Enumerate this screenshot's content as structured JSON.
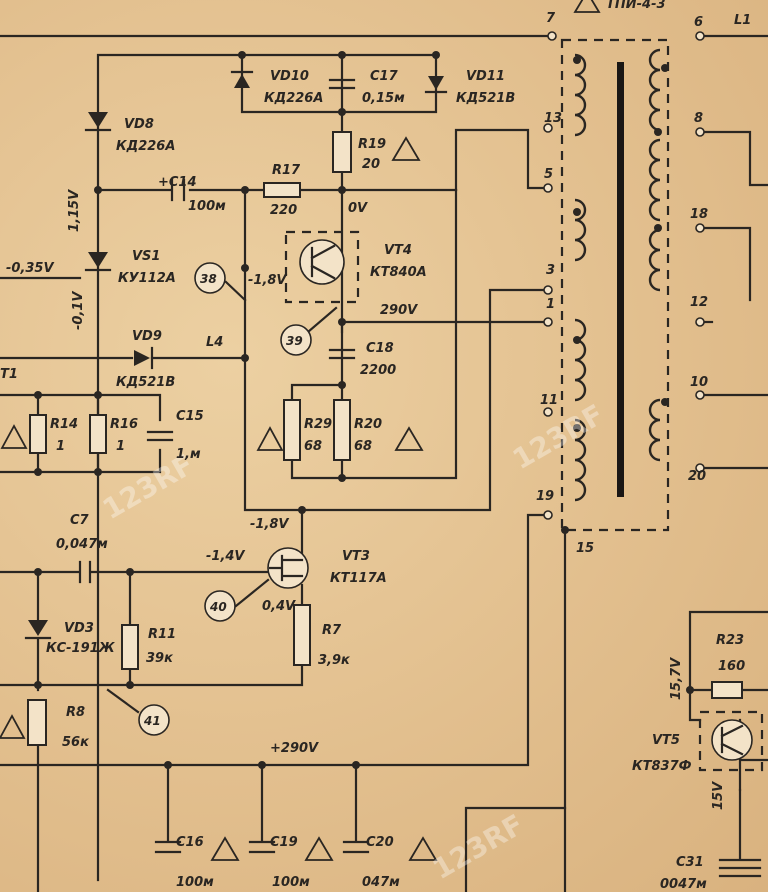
{
  "watermark": {
    "text": "123RF"
  },
  "labels": {
    "transformer": "ТПИ-4-3",
    "L1": "L1",
    "VD10": "VD10",
    "VD10_type": "КД226А",
    "C17": "C17",
    "C17_val": "0,15м",
    "VD11": "VD11",
    "VD11_type": "КД521В",
    "R19": "R19",
    "R19_val": "20",
    "VD8": "VD8",
    "VD8_type": "КД226А",
    "C14": "+C14",
    "C14_val": "100м",
    "R17": "R17",
    "R17_val": "220",
    "ov": "0V",
    "v115": "1,15V",
    "vm035": "-0,35V",
    "VS1": "VS1",
    "VS1_type": "КУ112А",
    "vm01": "-0,1V",
    "vm18": "-1,8V",
    "VT4": "VT4",
    "VT4_type": "КТ840А",
    "v290": "290V",
    "VD9": "VD9",
    "VD9_type": "КД521В",
    "L4": "L4",
    "T1": "T1",
    "C18": "C18",
    "C18_val": "2200",
    "R14": "R14",
    "R14_val": "1",
    "R16": "R16",
    "R16_val": "1",
    "C15": "C15",
    "C15_val": "1,м",
    "R29": "R29",
    "R29_val": "68",
    "R20": "R20",
    "R20_val": "68",
    "vm18b": "-1,8V",
    "C7": "C7",
    "C7_val": "0,047м",
    "vm14": "-1,4V",
    "VT3": "VT3",
    "VT3_type": "КТ117А",
    "v04": "0,4V",
    "R7": "R7",
    "R7_val": "3,9к",
    "VD3": "VD3",
    "VD3_type": "КС-191Ж",
    "R11": "R11",
    "R11_val": "39к",
    "R8": "R8",
    "R8_val": "56к",
    "v290b": "+290V",
    "C16": "C16",
    "C16_val": "100м",
    "C19": "C19",
    "C19_val": "100м",
    "C20": "C20",
    "C20_val": "047м",
    "R23": "R23",
    "R23_val": "160",
    "v157": "15,7V",
    "VT5": "VT5",
    "VT5_type": "КТ837Ф",
    "v15": "15V",
    "C31": "C31",
    "C31_val": "0047м"
  },
  "pins": {
    "p7": "7",
    "p13": "13",
    "p5": "5",
    "p3": "3",
    "p1": "1",
    "p11": "11",
    "p19": "19",
    "p15": "15",
    "p6": "6",
    "p8": "8",
    "p18": "18",
    "p12": "12",
    "p10": "10",
    "p20": "20"
  },
  "callouts": {
    "c38": "38",
    "c39": "39",
    "c40": "40",
    "c41": "41"
  }
}
